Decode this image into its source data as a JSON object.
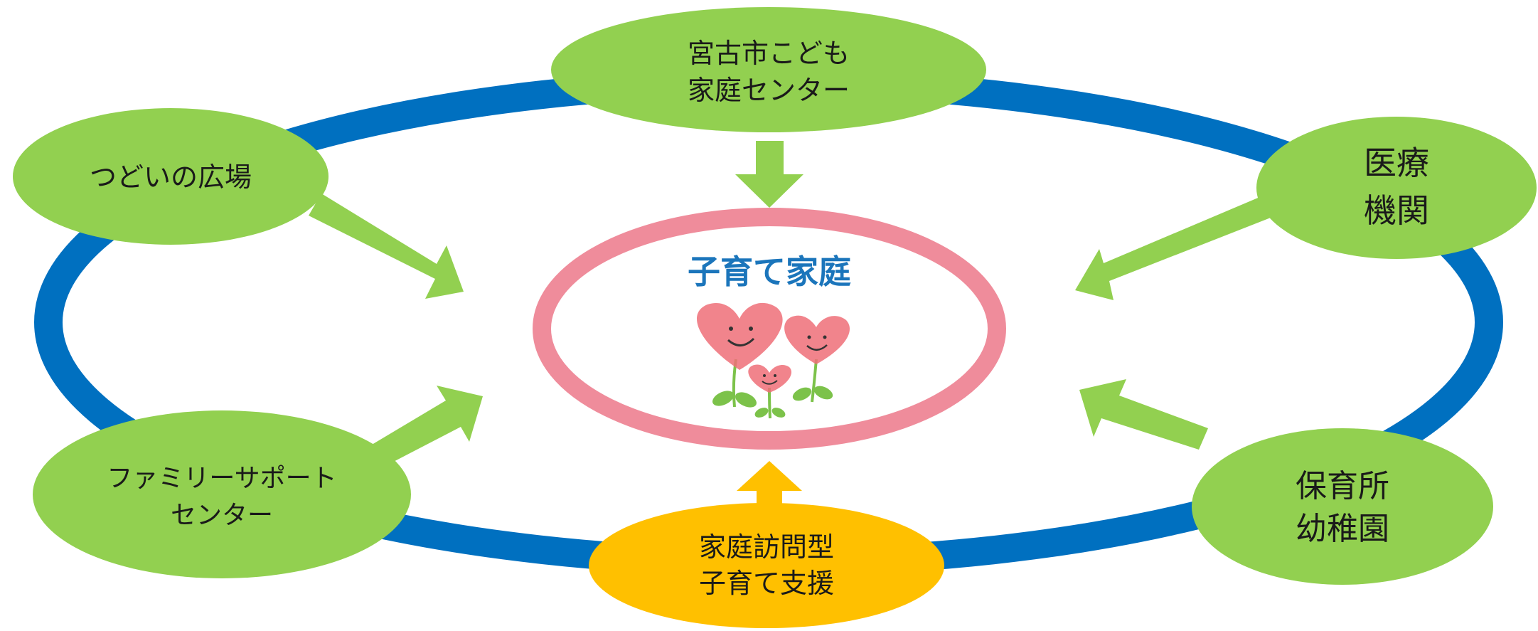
{
  "center": {
    "title": "子育て家庭"
  },
  "nodes": {
    "top": {
      "line1": "宮古市こども",
      "line2": "家庭センター"
    },
    "top_left": {
      "line1": "つどいの広場"
    },
    "top_right": {
      "line1": "医療",
      "line2": "機関"
    },
    "bottom_left": {
      "line1": "ファミリーサポート",
      "line2": "センター"
    },
    "bottom_right": {
      "line1": "保育所",
      "line2": "幼稚園"
    },
    "bottom": {
      "line1": "家庭訪問型",
      "line2": "子育て支援"
    }
  },
  "colors": {
    "ring": "#0070c0",
    "node_green": "#92d050",
    "node_yellow": "#ffc000",
    "center_ring": "#ef8c9b",
    "center_title": "#1b75bb",
    "arrow_green": "#92d050",
    "arrow_yellow": "#ffc000",
    "heart": "#ef6f78",
    "leaf": "#7cc24a"
  },
  "icons": {
    "center_illustration": "smiling-heart-flowers-icon"
  }
}
